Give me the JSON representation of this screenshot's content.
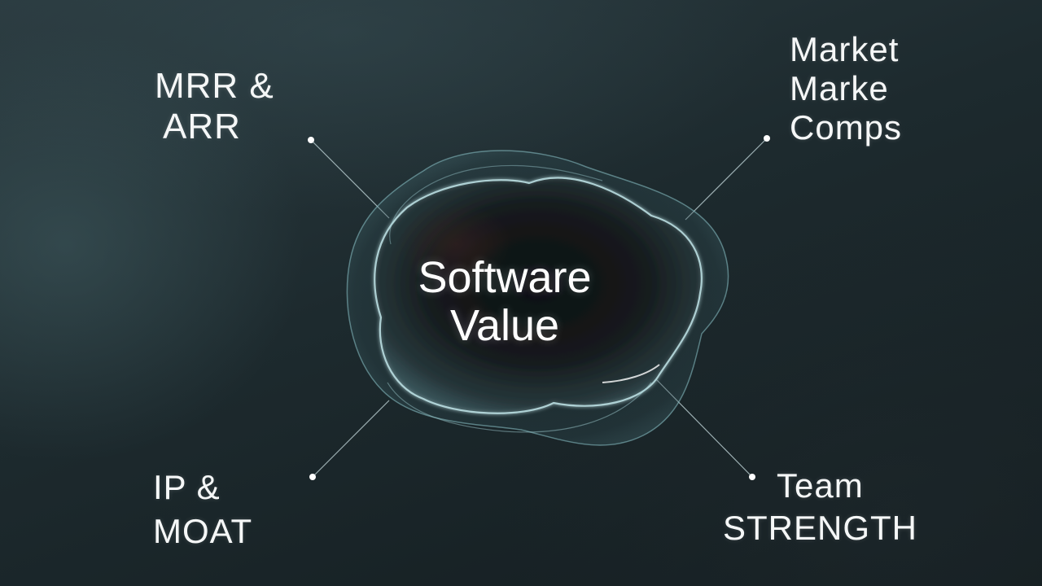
{
  "center": {
    "line1": "Software",
    "line2": "Value"
  },
  "labels": {
    "top_left": {
      "line1": "MRR  &",
      "line2": "ARR"
    },
    "top_right": {
      "line1": "Market",
      "line2": "Marke",
      "line3": "Comps"
    },
    "bottom_left": {
      "line1": "IP &",
      "line2": "MOAT"
    },
    "bottom_right": {
      "line1": "Team",
      "line2": "STRENGTH"
    }
  },
  "colors": {
    "background_dark": "#141d20",
    "background_mid": "#1d2a2e",
    "blob_edge": "#9fd3d8",
    "text": "#f5f7f7"
  }
}
